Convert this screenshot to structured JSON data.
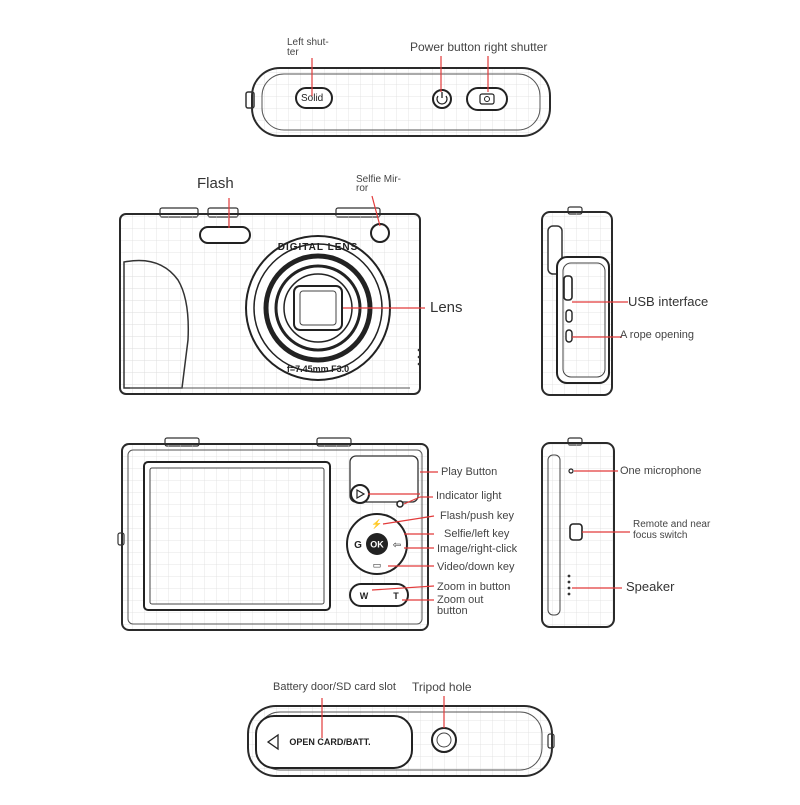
{
  "labels": {
    "left_shutter": "Left shut-ter",
    "solid": "Solid",
    "power_right_shutter": "Power button right shutter",
    "flash": "Flash",
    "selfie_mirror": "Selfie Mir-ror",
    "lens": "Lens",
    "lens_ring_top": "DIGITAL LENS",
    "lens_ring_bottom": "f=7.45mm F3.0",
    "usb_interface": "USB interface",
    "rope_opening": "A rope opening",
    "play_button": "Play Button",
    "indicator_light": "Indicator light",
    "flash_push_key": "Flash/push key",
    "selfie_left_key": "Selfie/left key",
    "image_right_click": "Image/right-click",
    "video_down_key": "Video/down key",
    "zoom_in_button": "Zoom in button",
    "zoom_out_button": "Zoom out button",
    "ok_label": "OK",
    "w_label": "W",
    "t_label": "T",
    "one_microphone": "One microphone",
    "remote_focus_switch": "Remote and near focus switch",
    "speaker": "Speaker",
    "battery_door": "Battery door/SD card slot",
    "tripod_hole": "Tripod hole",
    "open_card_batt": "OPEN CARD/BATT."
  },
  "colors": {
    "callout_red": "#e23b3b",
    "outline": "#2a2a2a",
    "grid": "#d6d6d6",
    "label_text": "#444444"
  }
}
